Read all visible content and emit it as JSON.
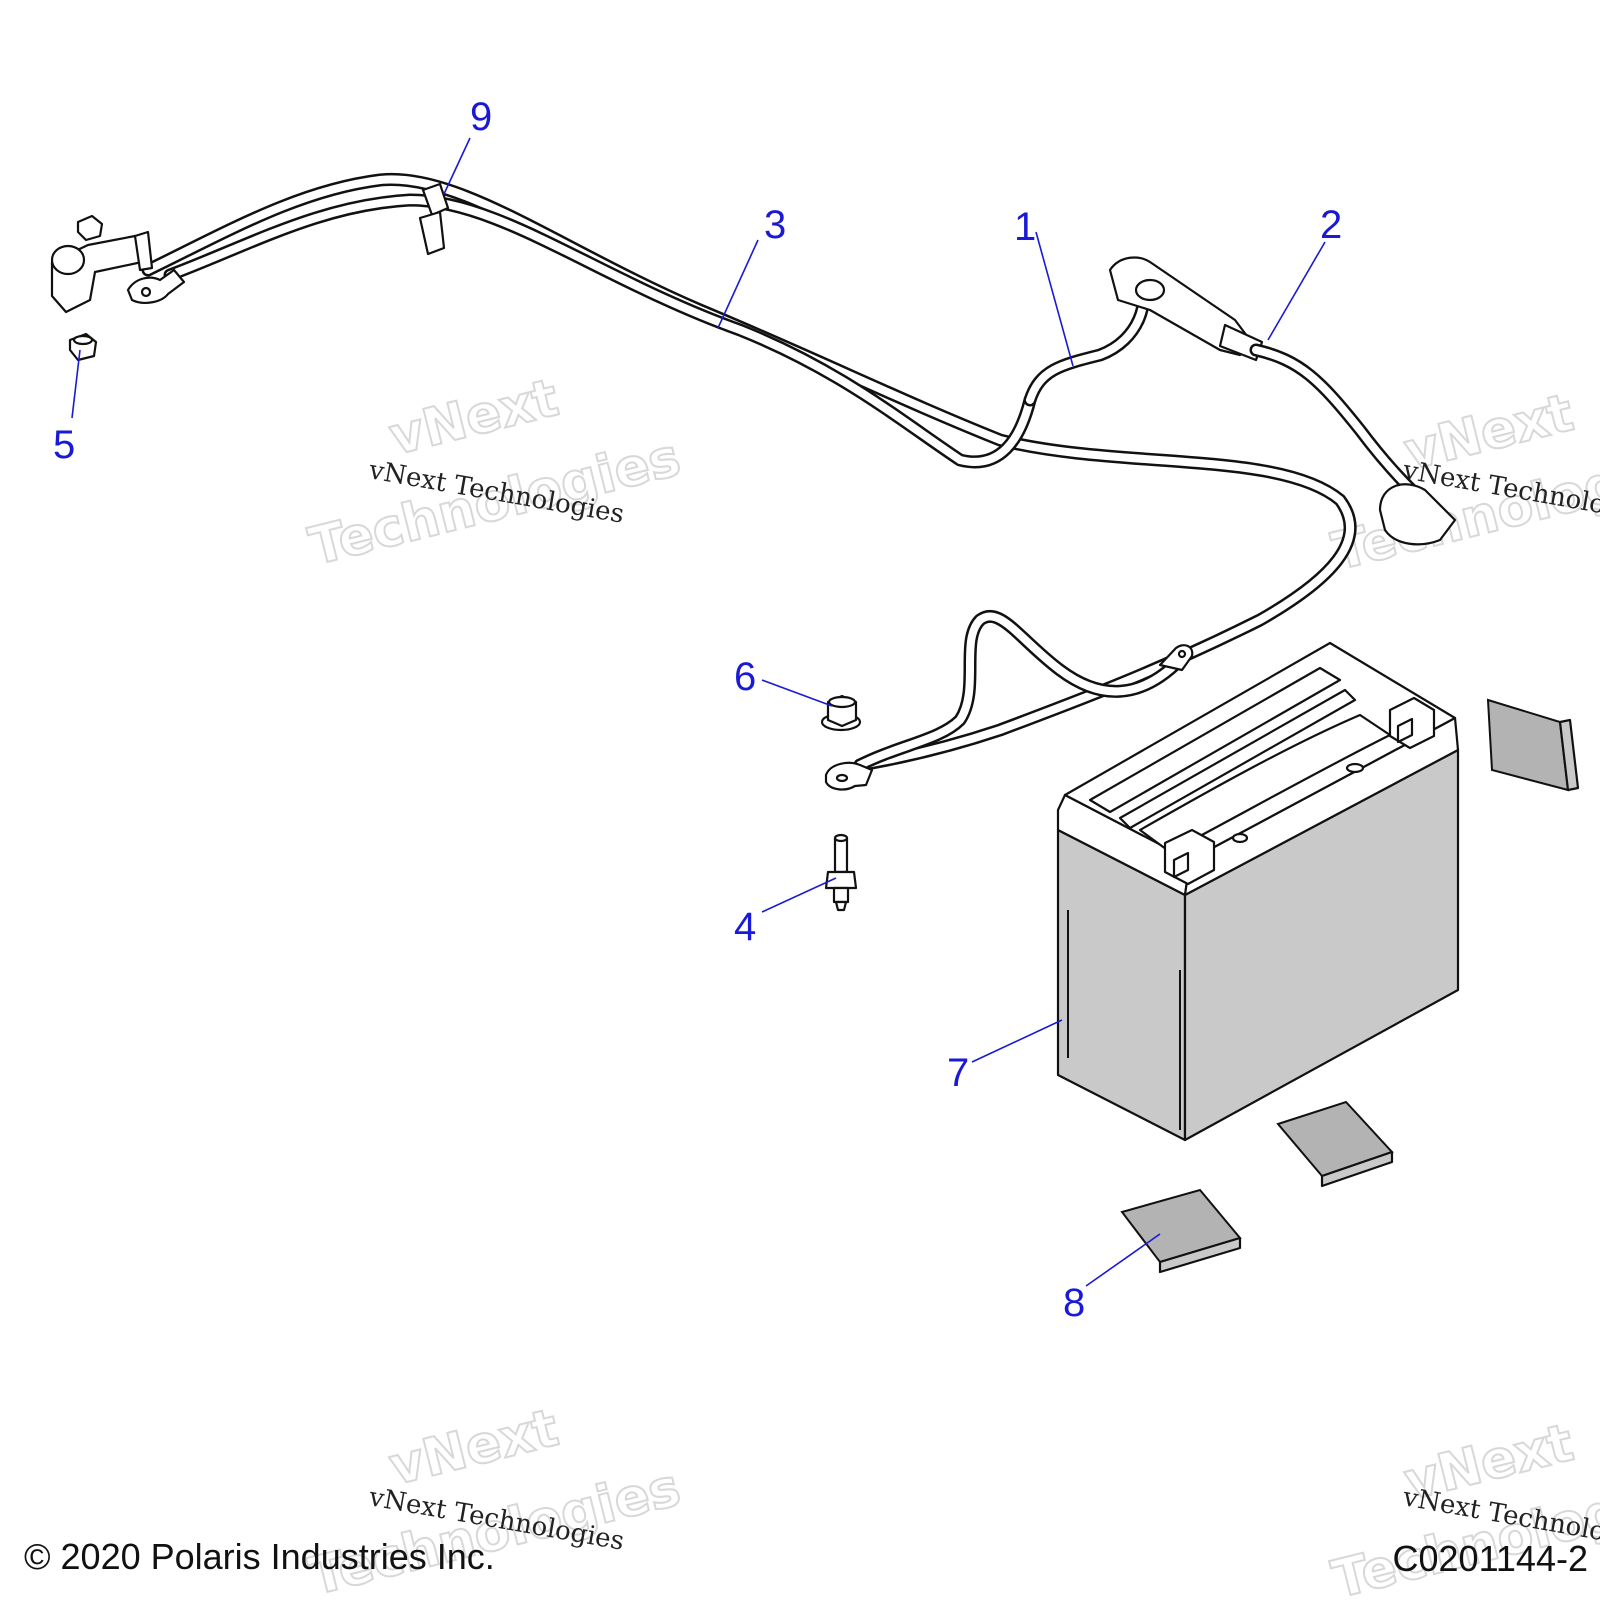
{
  "diagram": {
    "callouts": [
      "1",
      "2",
      "3",
      "4",
      "5",
      "6",
      "7",
      "8",
      "9"
    ],
    "watermark": {
      "brand_line1": "vNext",
      "brand_line2": "Technologies",
      "small_text": "vNext Technologies"
    }
  },
  "footer": {
    "copyright": "© 2020 Polaris Industries Inc.",
    "drawing_number": "C0201144-2"
  },
  "colors": {
    "callout": "#1a1ad6",
    "line": "#111111",
    "battery_body": "#c9c9c9"
  }
}
